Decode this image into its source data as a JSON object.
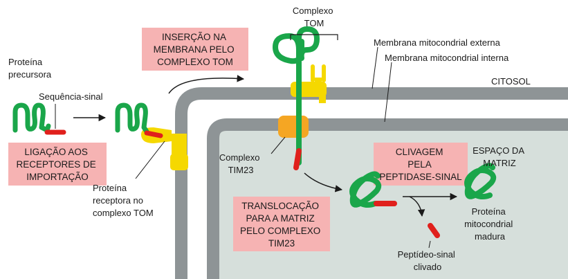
{
  "labels": {
    "precursor_protein": [
      "Proteína",
      "precursora"
    ],
    "signal_sequence": "Sequência-sinal",
    "tom_complex": [
      "Complexo",
      "TOM"
    ],
    "outer_membrane": "Membrana mitocondrial externa",
    "inner_membrane": "Membrana mitocondrial interna",
    "cytosol": "CITOSOL",
    "tim23_complex": [
      "Complexo",
      "TIM23"
    ],
    "receptor_protein": [
      "Proteína",
      "receptora no",
      "complexo TOM"
    ],
    "matrix_space": [
      "ESPAÇO DA",
      "MATRIZ"
    ],
    "mature_protein": [
      "Proteína",
      "mitocondrial",
      "madura"
    ],
    "cleaved_signal": [
      "Peptídeo-sinal",
      "clivado"
    ]
  },
  "steps": {
    "binding": [
      "LIGAÇÃO AOS",
      "RECEPTORES DE",
      "IMPORTAÇÃO"
    ],
    "insertion": [
      "INSERÇÃO NA",
      "MEMBRANA PELO",
      "COMPLEXO TOM"
    ],
    "translocation": [
      "TRANSLOCAÇÃO",
      "PARA A MATRIZ",
      "PELO COMPLEXO",
      "TIM23"
    ],
    "cleavage": [
      "CLIVAGEM",
      "PELA",
      "PEPTIDASE-SINAL"
    ]
  },
  "colors": {
    "protein": "#1aa64a",
    "signal": "#e0201c",
    "receptor": "#f5d800",
    "tim23": "#f5a623",
    "membrane": "#8e9496",
    "matrix": "#d6dfdb",
    "step_box": "#f6b3b3"
  }
}
